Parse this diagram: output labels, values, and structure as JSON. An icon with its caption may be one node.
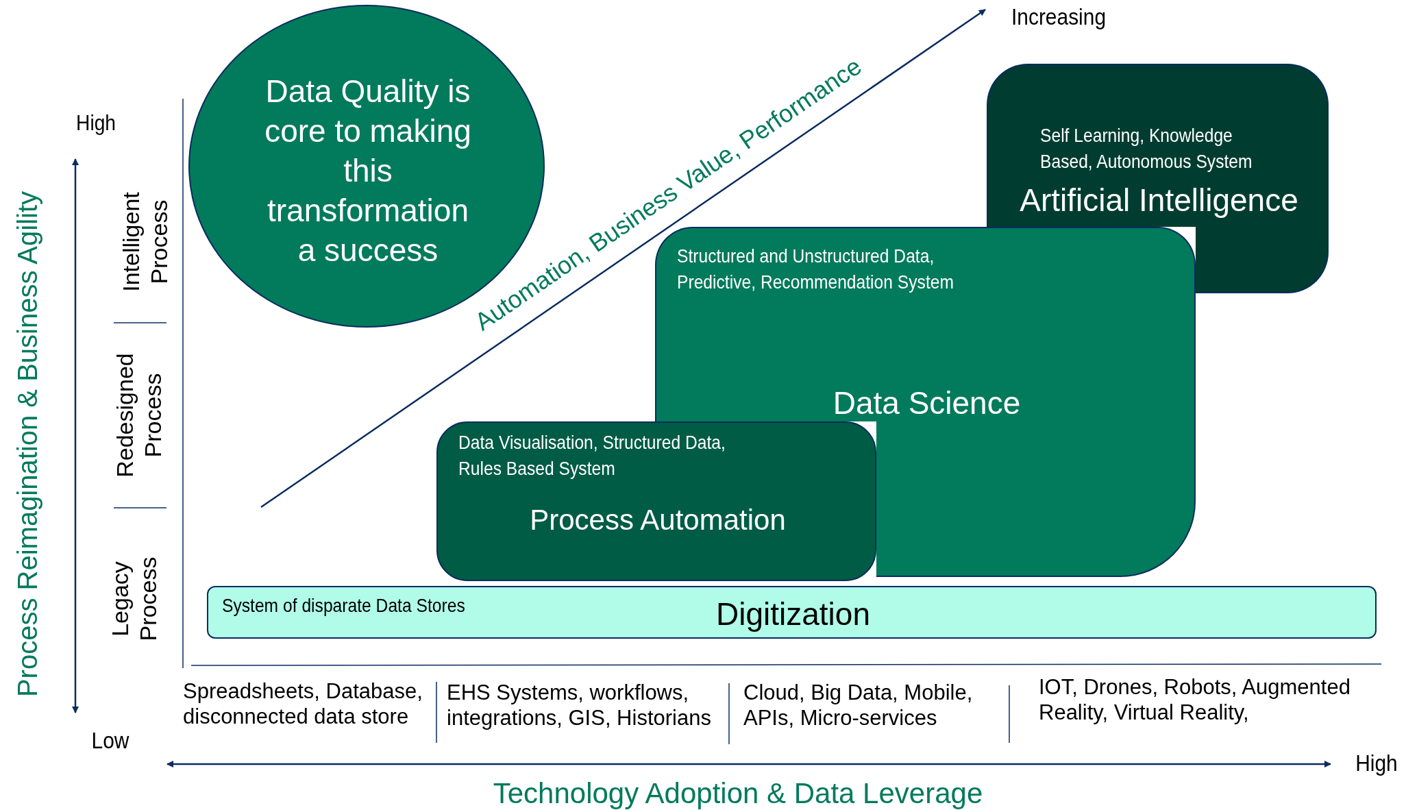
{
  "diagram": {
    "nodes": [
      {
        "text": [
          "Data Quality is core to making this transformation a success"
        ]
      },
      {
        "text": [
          "Self Learning, Knowledge Based, Autonomous System",
          "Artificial Intelligence"
        ]
      },
      {
        "text": [
          "Structured and Unstructured Data, Predictive, Recommendation System",
          "Data Science"
        ]
      },
      {
        "text": [
          "Data Visualisation, Structured Data, Rules Based System",
          "Process Automation"
        ]
      },
      {
        "text": [
          "System of disparate Data Stores",
          "Digitization"
        ]
      }
    ],
    "edges": [],
    "labels": [
      "Increasing",
      "Automation, Business Value, Performance",
      "High",
      "Intelligent Process",
      "Process Reimagination & Business Agility",
      "Redesigned Process",
      "Legacy Process",
      "Spreadsheets, Database, disconnected data store",
      "EHS Systems, workflows, integrations, GIS, Historians",
      "Cloud, Big Data, Mobile, APIs, Micro-services",
      "IOT, Drones, Robots, Augmented Reality, Virtual Reality,",
      "Low",
      "High",
      "Technology Adoption & Data Leverage"
    ]
  }
}
